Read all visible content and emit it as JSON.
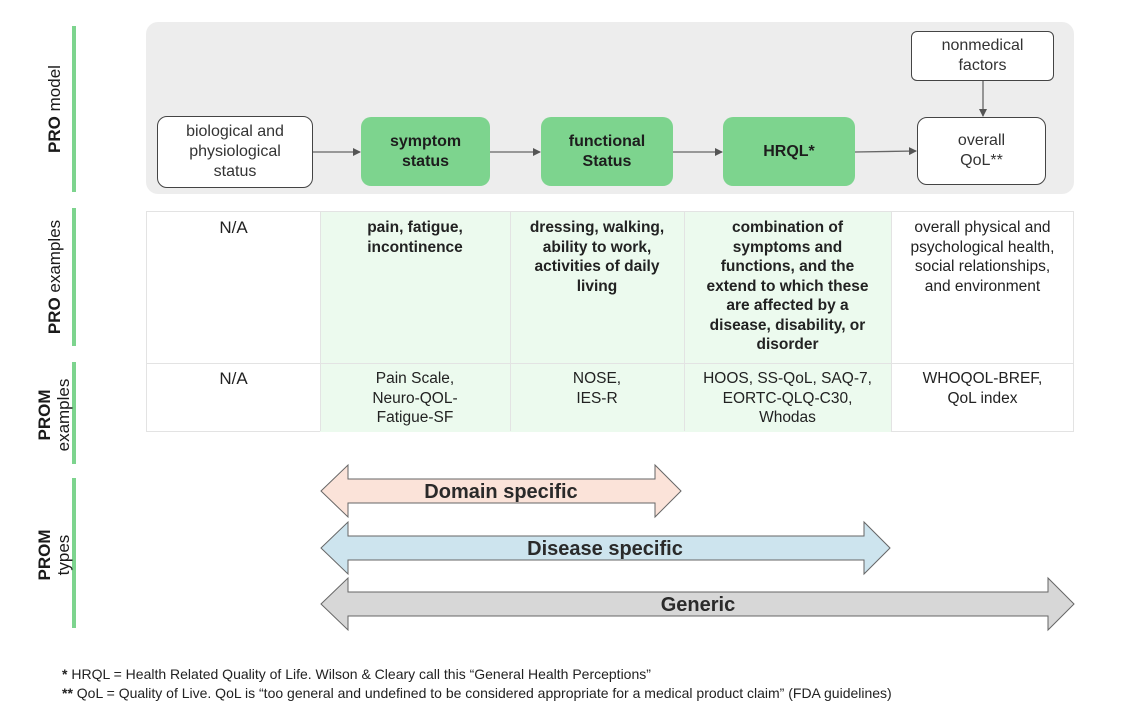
{
  "sections": {
    "pro_model": {
      "bold": "PRO",
      "rest": " model"
    },
    "pro_examples": {
      "bold": "PRO",
      "rest": " examples"
    },
    "prom_examples": {
      "bold": "PROM",
      "rest": "examples"
    },
    "prom_types": {
      "bold": "PROM",
      "rest": "types"
    }
  },
  "model": {
    "nonmedical": "nonmedical factors",
    "biological": "biological and physiological status",
    "symptom": "symptom status",
    "functional": "functional Status",
    "hrql": "HRQL*",
    "qol": "overall QoL**"
  },
  "pro_examples": {
    "biological": "N/A",
    "symptom": "pain, fatigue, incontinence",
    "functional": "dressing, walking, ability to work, activities of daily living",
    "hrql": "combination of symptoms and functions, and the extend to which these are affected by a disease, disability, or disorder",
    "qol": "overall physical and psychological health, social relationships, and environment"
  },
  "prom_examples": {
    "biological": "N/A",
    "symptom": "Pain Scale, Neuro-QOL-Fatigue-SF",
    "functional": "NOSE, IES-R",
    "hrql": "HOOS, SS-QoL, SAQ-7, EORTC-QLQ-C30, Whodas",
    "qol": "WHOQOL-BREF, QoL index"
  },
  "prom_types": [
    {
      "label": "Domain specific",
      "color": "#fbe3d9"
    },
    {
      "label": "Disease specific",
      "color": "#cde4ee"
    },
    {
      "label": "Generic",
      "color": "#d7d7d7"
    }
  ],
  "footnotes": {
    "f1_mark": "*",
    "f1": " HRQL = Health Related Quality of Life. Wilson & Cleary call this “General Health Perceptions”",
    "f2_mark": "**",
    "f2": " QoL = Quality of Live. QoL is “too general and undefined to be considered appropriate for a medical product claim” (FDA guidelines)"
  }
}
